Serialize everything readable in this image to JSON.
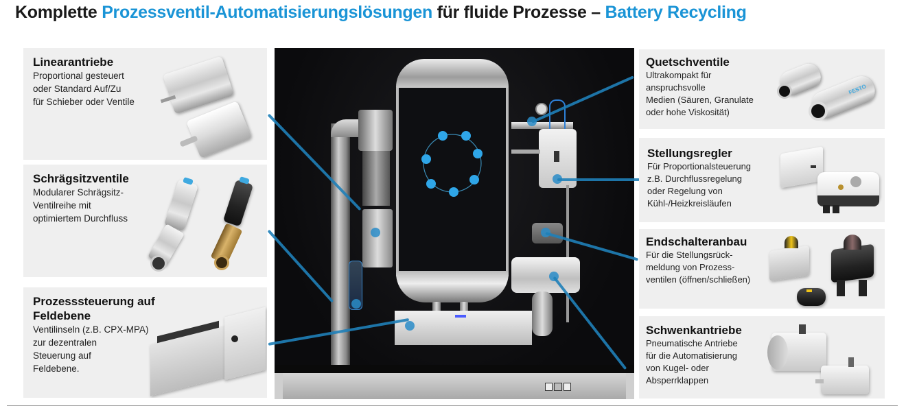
{
  "header": {
    "title_part1": "Komplette ",
    "title_part2": "Prozessventil-Automatisierungslösungen",
    "title_part3": " für fluide Prozesse – ",
    "title_part4": "Battery Recycling",
    "accent_color": "#1a94d6"
  },
  "left_panels": [
    {
      "title": "Linearantriebe",
      "description": "Proportional gesteuert\noder Standard Auf/Zu\nfür Schieber oder Ventile",
      "image": "linear-actuator-images"
    },
    {
      "title": "Schrägsitzventile",
      "description": "Modularer Schrägsitz-\nVentilreihe mit\noptimiertem Durchfluss",
      "image": "angle-seat-valve-images"
    },
    {
      "title": "Prozesssteuerung auf\nFeldebene",
      "description": "Ventilinseln (z.B. CPX-MPA)\nzur dezentralen\nSteuerung auf\nFeldebene.",
      "image": "valve-terminal-image"
    }
  ],
  "right_panels": [
    {
      "title": "Quetschventile",
      "description": "Ultrakompakt für\nanspruchsvolle\nMedien (Säuren, Granulate\noder  hohe Viskosität)",
      "image": "pinch-valve-images",
      "brand_label": "FESTO"
    },
    {
      "title": "Stellungsregler",
      "description": "Für Proportionalsteuerung\nz.B. Durchflussregelung\noder Regelung von\nKühl-/Heizkreisläufen",
      "image": "positioner-images"
    },
    {
      "title": "Endschalteranbau",
      "description": "Für die Stellungsrück-\nmeldung von Prozess-\nventilen (öffnen/schließen)",
      "image": "limit-switch-images"
    },
    {
      "title": "Schwenkantriebe",
      "description": "Pneumatische Antriebe\nfür die Automatisierung\nvon Kugel- oder\nAbsperrklappen",
      "image": "quarter-turn-actuator-images"
    }
  ],
  "center_photo": {
    "subject": "battery-recycling-process-demo-rig",
    "screen_cycle_nodes": 7,
    "callout_color": "#1f7fb8"
  }
}
